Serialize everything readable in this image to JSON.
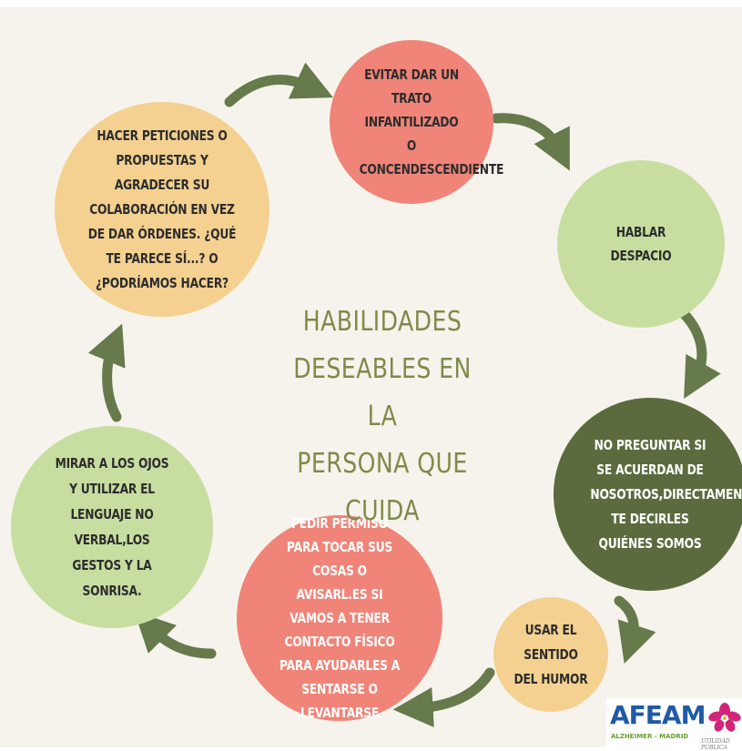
{
  "title": {
    "line1": "HABILIDADES",
    "line2": "DESEABLES EN LA",
    "line3": "PERSONA QUE CUIDA"
  },
  "nodes": [
    {
      "text": "EVITAR DAR UN TRATO INFANTILIZADO O CONCENDESCENDIENTE",
      "color": "#f08478"
    },
    {
      "text": "HABLAR DESPACIO",
      "color": "#c8dea1"
    },
    {
      "text": "NO PREGUNTAR SI SE ACUERDAN DE NOSOTROS,DIRECTAMEN TE DECIRLES QUIÉNES SOMOS",
      "color": "#5b6b3e"
    },
    {
      "text": "USAR EL SENTIDO DEL HUMOR",
      "color": "#f4d190"
    },
    {
      "text": "PEDIR PERMISO PARA TOCAR SUS COSAS O AVISARL.ES SI VAMOS A TENER CONTACTO FÍSICO PARA AYUDARLES A SENTARSE O LEVANTARSE",
      "color": "#f08478"
    },
    {
      "text": "MIRAR A LOS OJOS Y UTILIZAR EL LENGUAJE NO VERBAL,LOS GESTOS Y LA SONRISA.",
      "color": "#c8dea1"
    },
    {
      "text": "HACER PETICIONES O PROPUESTAS Y AGRADECER SU COLABORACIÓN EN VEZ DE DAR ÓRDENES. ¿QUÉ TE PARECE SÍ...? O ¿PODRÍAMOS HACER?",
      "color": "#f4d190"
    }
  ],
  "logo": {
    "name": "AFEAM",
    "subtitle": "ALZHEIMER - MADRID",
    "tagline": "UTILIDAD PÚBLICA"
  },
  "colors": {
    "background": "#f6f3ec",
    "arrow": "#667a4c",
    "title_text": "#7f8a4a",
    "dark_text": "#2d2d2d",
    "light_text": "#ffffff"
  }
}
